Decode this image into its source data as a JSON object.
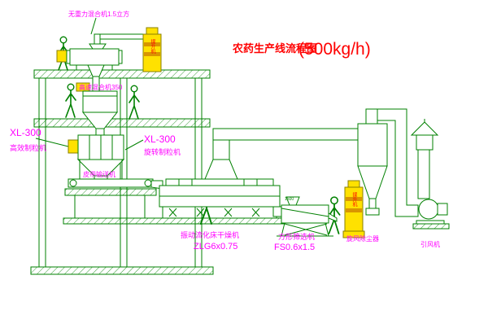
{
  "title": {
    "text": "农药生产线流程图",
    "capacity": "(500kg/h)"
  },
  "labels": {
    "gravity_mixer": "无重力混合机1.5立方",
    "high_speed_mixer": "高速混合机350",
    "granulator_left": {
      "model": "XL-300",
      "name": "高效制粒机"
    },
    "granulator_right": {
      "model": "XL-300",
      "name": "旋转制粒机"
    },
    "belt_conveyor": "皮带输送机",
    "dryer": {
      "name": "振动流化床干燥机",
      "model": "ZLG6x0.75"
    },
    "sieve": {
      "name": "方形筛选机",
      "model": "FS0.6x1.5"
    },
    "cyclone": "旋风除尘器",
    "fan": "引风机",
    "bucket_elevator": "提升机",
    "dimension": "1500"
  },
  "colors": {
    "line_green": "#008000",
    "label_magenta": "#FF00FF",
    "title_red": "#FF0000",
    "equipment_yellow": "#FFE100",
    "background": "#FFFFFF"
  }
}
